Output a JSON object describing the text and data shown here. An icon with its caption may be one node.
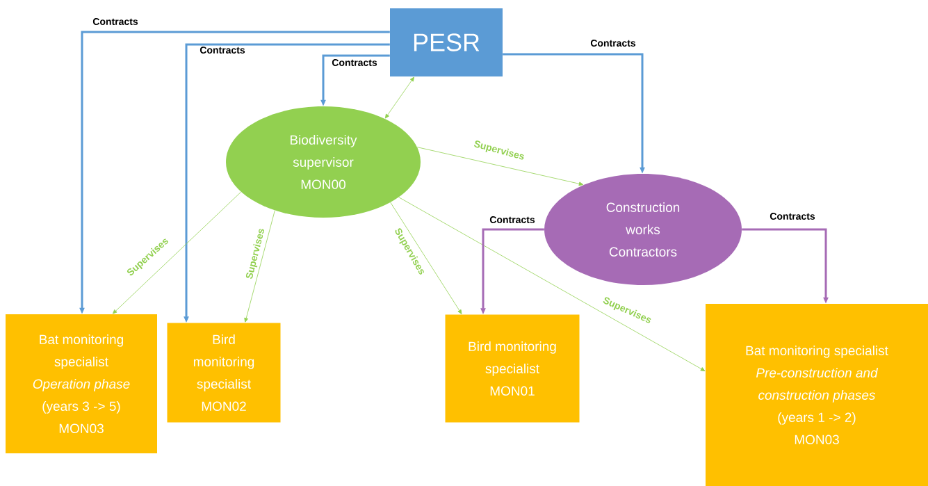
{
  "diagram": {
    "nodes": [
      {
        "text": [
          "PESR"
        ]
      },
      {
        "text": [
          "Biodiversity supervisor",
          "MON00"
        ]
      },
      {
        "text": [
          "Construction works Contractors"
        ]
      },
      {
        "text": [
          "Bat monitoring specialist",
          "Operation phase",
          "(years 3 -> 5)",
          "MON03"
        ]
      },
      {
        "text": [
          "Bird monitoring specialist",
          "MON02"
        ]
      },
      {
        "text": [
          "Bird monitoring specialist",
          "MON01"
        ]
      },
      {
        "text": [
          "Bat monitoring specialist",
          "Pre-construction and construction phases",
          "(years 1 -> 2)",
          "MON03"
        ]
      }
    ],
    "edges": [
      {
        "from": 0,
        "to": 3,
        "arrow": "to",
        "label": "Contracts",
        "style": "thick",
        "color": "#5b9bd5"
      },
      {
        "from": 0,
        "to": 4,
        "arrow": "to",
        "label": "Contracts",
        "style": "thick",
        "color": "#5b9bd5"
      },
      {
        "from": 0,
        "to": 1,
        "arrow": "to",
        "label": "Contracts",
        "style": "thick",
        "color": "#5b9bd5"
      },
      {
        "from": 0,
        "to": 2,
        "arrow": "to",
        "label": "Contracts",
        "style": "thick",
        "color": "#5b9bd5"
      },
      {
        "from": 1,
        "to": 0,
        "arrow": "both"
      },
      {
        "from": 1,
        "to": 2,
        "arrow": "to",
        "label": "Supervises"
      },
      {
        "from": 1,
        "to": 3,
        "arrow": "to",
        "label": "Supervises"
      },
      {
        "from": 1,
        "to": 4,
        "arrow": "to",
        "label": "Supervises"
      },
      {
        "from": 1,
        "to": 5,
        "arrow": "to",
        "label": "Supervises"
      },
      {
        "from": 1,
        "to": 6,
        "arrow": "to",
        "label": "Supervises"
      },
      {
        "from": 2,
        "to": 5,
        "arrow": "to",
        "label": "Contracts",
        "style": "thick",
        "color": "#a66bb5"
      },
      {
        "from": 2,
        "to": 6,
        "arrow": "to",
        "label": "Contracts",
        "style": "thick",
        "color": "#a66bb5"
      }
    ]
  }
}
